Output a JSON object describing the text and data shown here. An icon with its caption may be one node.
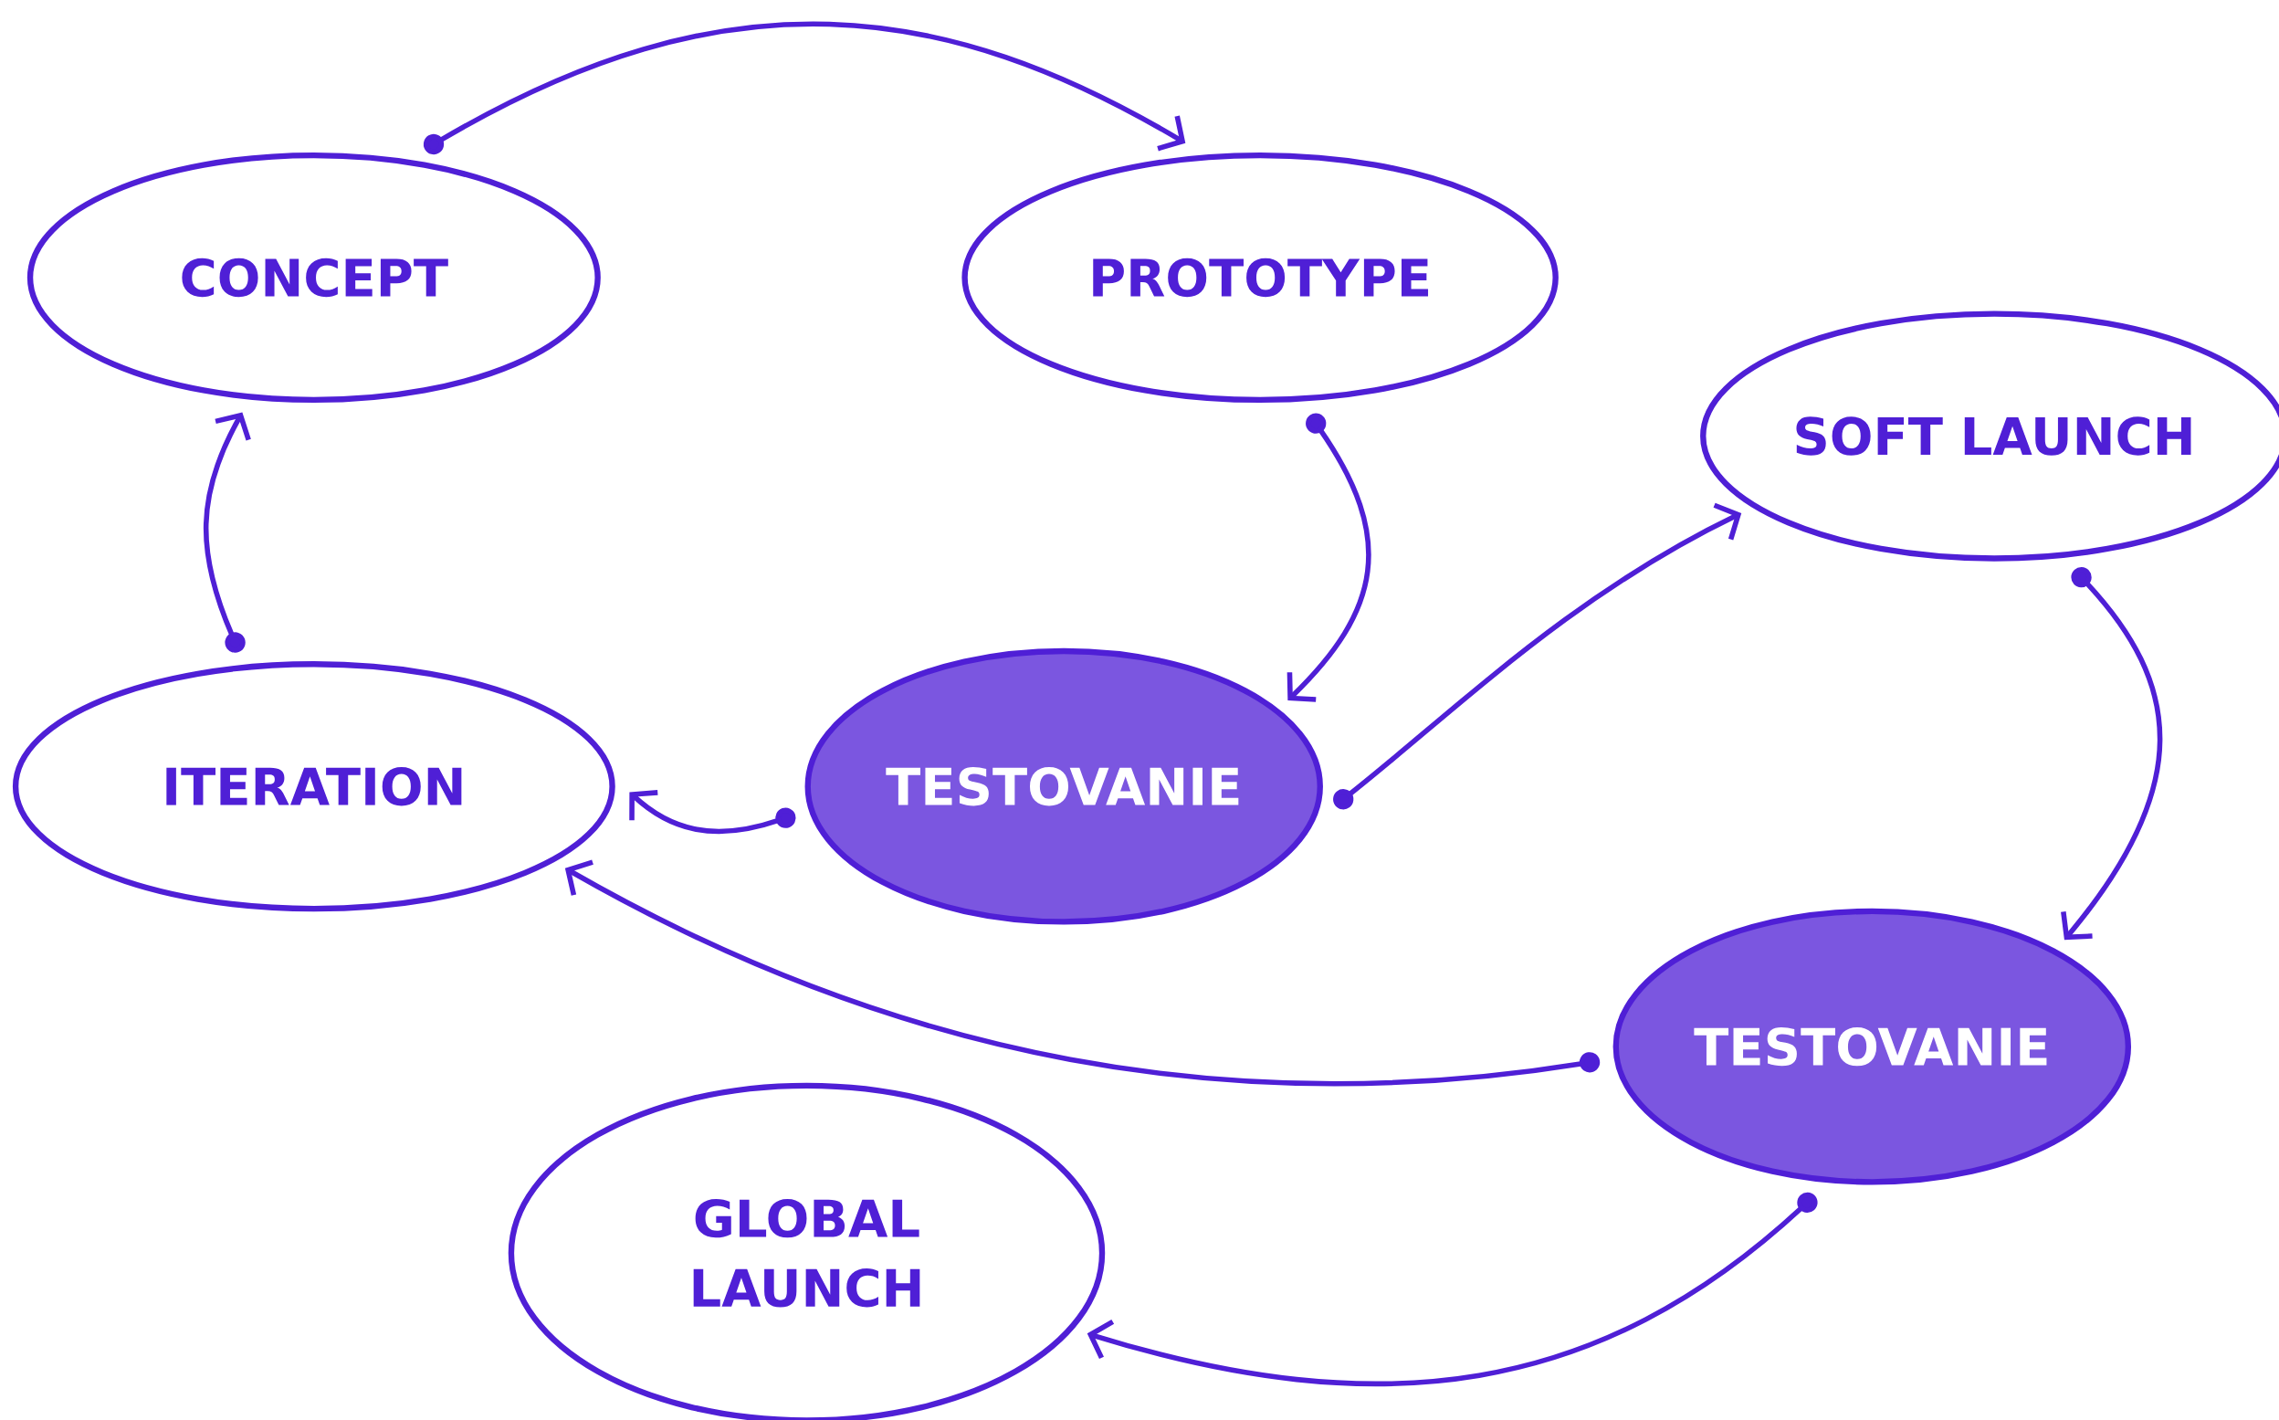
{
  "diagram": {
    "nodes": [
      {
        "text": [
          "CONCEPT"
        ]
      },
      {
        "text": [
          "PROTOTYPE"
        ]
      },
      {
        "text": [
          "SOFT LAUNCH"
        ]
      },
      {
        "text": [
          "ITERATION"
        ]
      },
      {
        "text": [
          "TESTOVANIE"
        ]
      },
      {
        "text": [
          "TESTOVANIE"
        ]
      },
      {
        "text": [
          "GLOBAL LAUNCH"
        ]
      }
    ],
    "edges": [
      {
        "from": 0,
        "to": 1,
        "arrow": "to"
      },
      {
        "from": 1,
        "to": 4,
        "arrow": "to"
      },
      {
        "from": 4,
        "to": 3,
        "arrow": "to"
      },
      {
        "from": 3,
        "to": 0,
        "arrow": "to"
      },
      {
        "from": 4,
        "to": 2,
        "arrow": "to"
      },
      {
        "from": 2,
        "to": 5,
        "arrow": "to"
      },
      {
        "from": 5,
        "to": 3,
        "arrow": "to"
      },
      {
        "from": 5,
        "to": 6,
        "arrow": "to"
      }
    ]
  }
}
